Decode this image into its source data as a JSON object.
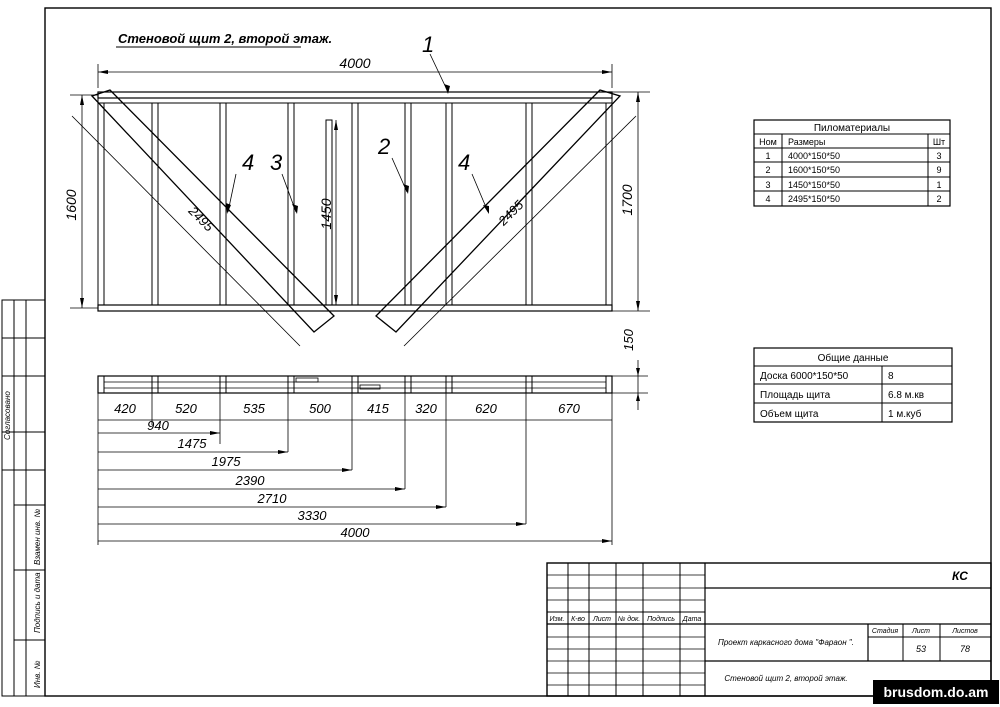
{
  "drawing_title": "Стеновой щит 2, второй этаж.",
  "callouts": {
    "c1": "1",
    "c2": "2",
    "c3": "3",
    "c4a": "4",
    "c4b": "4"
  },
  "dims": {
    "top_length": "4000",
    "left_height": "1600",
    "right_height": "1700",
    "inner_height": "1450",
    "diag_left": "2495",
    "diag_right": "2495",
    "thickness": "150",
    "spacing": [
      "420",
      "520",
      "535",
      "500",
      "415",
      "320",
      "620",
      "670"
    ],
    "cumulative": [
      "940",
      "1475",
      "1975",
      "2390",
      "2710",
      "3330",
      "4000"
    ]
  },
  "lumber_table": {
    "title": "Пиломатериалы",
    "headers": [
      "Ном",
      "Размеры",
      "Шт"
    ],
    "rows": [
      [
        "1",
        "4000*150*50",
        "3"
      ],
      [
        "2",
        "1600*150*50",
        "9"
      ],
      [
        "3",
        "1450*150*50",
        "1"
      ],
      [
        "4",
        "2495*150*50",
        "2"
      ]
    ]
  },
  "general_table": {
    "title": "Общие данные",
    "rows": [
      [
        "Доска 6000*150*50",
        "8"
      ],
      [
        "Площадь щита",
        "6.8 м.кв"
      ],
      [
        "Объем щита",
        "1 м.куб"
      ]
    ]
  },
  "left_margin": {
    "agreed": "Согласовано",
    "replaced": "Взамен инв. №",
    "signature": "Подпись и дата",
    "inventory": "Инв. №"
  },
  "title_block": {
    "code": "КС",
    "col_headers": [
      "Изм.",
      "К-во",
      "Лист",
      "№ док.",
      "Подпись",
      "Дата"
    ],
    "project": "Проект каркасного дома \"Фараон \".",
    "stage_label": "Стадия",
    "sheet_label": "Лист",
    "sheets_label": "Листов",
    "sheet": "53",
    "sheets": "78",
    "name": "Стеновой щит 2, второй этаж."
  },
  "watermark": "brusdom.do.am"
}
